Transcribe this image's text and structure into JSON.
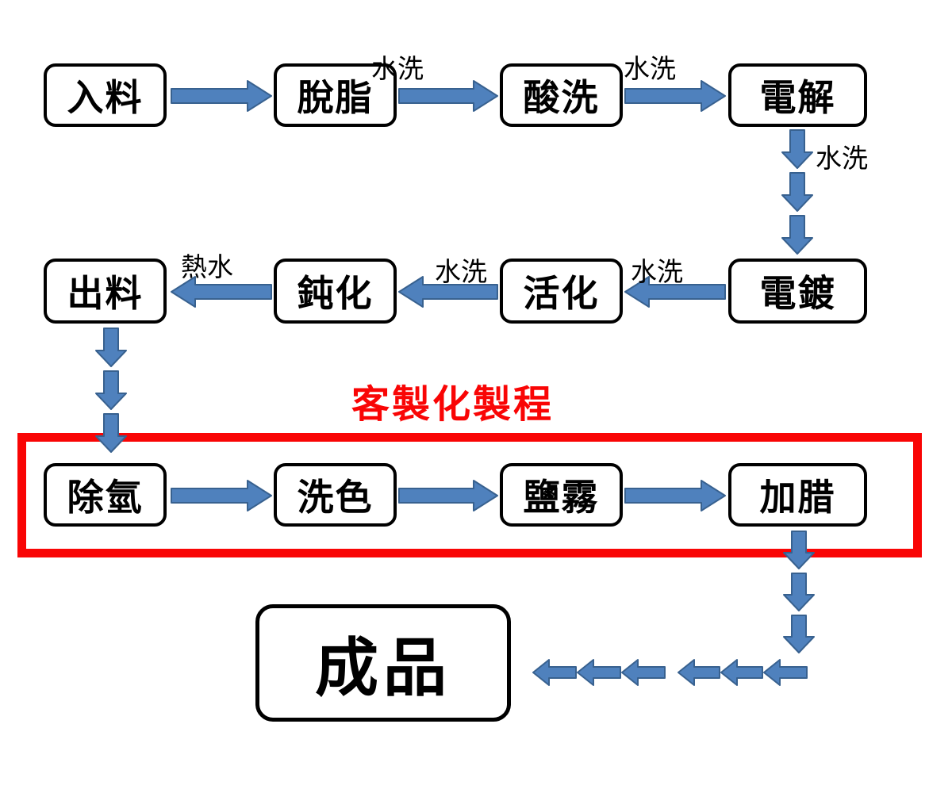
{
  "diagram": {
    "section_title": "客製化製程",
    "nodes": [
      {
        "id": "input-material",
        "label": "入料"
      },
      {
        "id": "degrease",
        "label": "脫脂"
      },
      {
        "id": "acid-wash",
        "label": "酸洗"
      },
      {
        "id": "electrolysis",
        "label": "電解"
      },
      {
        "id": "electroplating",
        "label": "電鍍"
      },
      {
        "id": "activation",
        "label": "活化"
      },
      {
        "id": "passivation",
        "label": "鈍化"
      },
      {
        "id": "output-material",
        "label": "出料"
      },
      {
        "id": "dehydrogenation",
        "label": "除氫"
      },
      {
        "id": "color-wash",
        "label": "洗色"
      },
      {
        "id": "salt-spray",
        "label": "鹽霧"
      },
      {
        "id": "waxing",
        "label": "加腊"
      },
      {
        "id": "finished-product",
        "label": "成品"
      }
    ],
    "edges": [
      {
        "from": "入料",
        "to": "脫脂",
        "label": "",
        "style": "solid"
      },
      {
        "from": "脫脂",
        "to": "酸洗",
        "label": "水洗",
        "style": "solid"
      },
      {
        "from": "酸洗",
        "to": "電解",
        "label": "水洗",
        "style": "solid"
      },
      {
        "from": "電解",
        "to": "電鍍",
        "label": "水洗",
        "style": "segmented"
      },
      {
        "from": "電鍍",
        "to": "活化",
        "label": "水洗",
        "style": "solid"
      },
      {
        "from": "活化",
        "to": "鈍化",
        "label": "水洗",
        "style": "solid"
      },
      {
        "from": "鈍化",
        "to": "出料",
        "label": "熱水",
        "style": "solid"
      },
      {
        "from": "出料",
        "to": "除氫",
        "label": "",
        "style": "segmented"
      },
      {
        "from": "除氫",
        "to": "洗色",
        "label": "",
        "style": "solid"
      },
      {
        "from": "洗色",
        "to": "鹽霧",
        "label": "",
        "style": "solid"
      },
      {
        "from": "鹽霧",
        "to": "加腊",
        "label": "",
        "style": "solid"
      },
      {
        "from": "加腊",
        "to": "成品",
        "label": "",
        "style": "segmented"
      }
    ],
    "colors": {
      "arrow_fill": "#4F81BD",
      "arrow_border": "#38618F",
      "highlight_red": "#F90505",
      "box_border": "#000000",
      "background": "#FFFFFF"
    }
  }
}
